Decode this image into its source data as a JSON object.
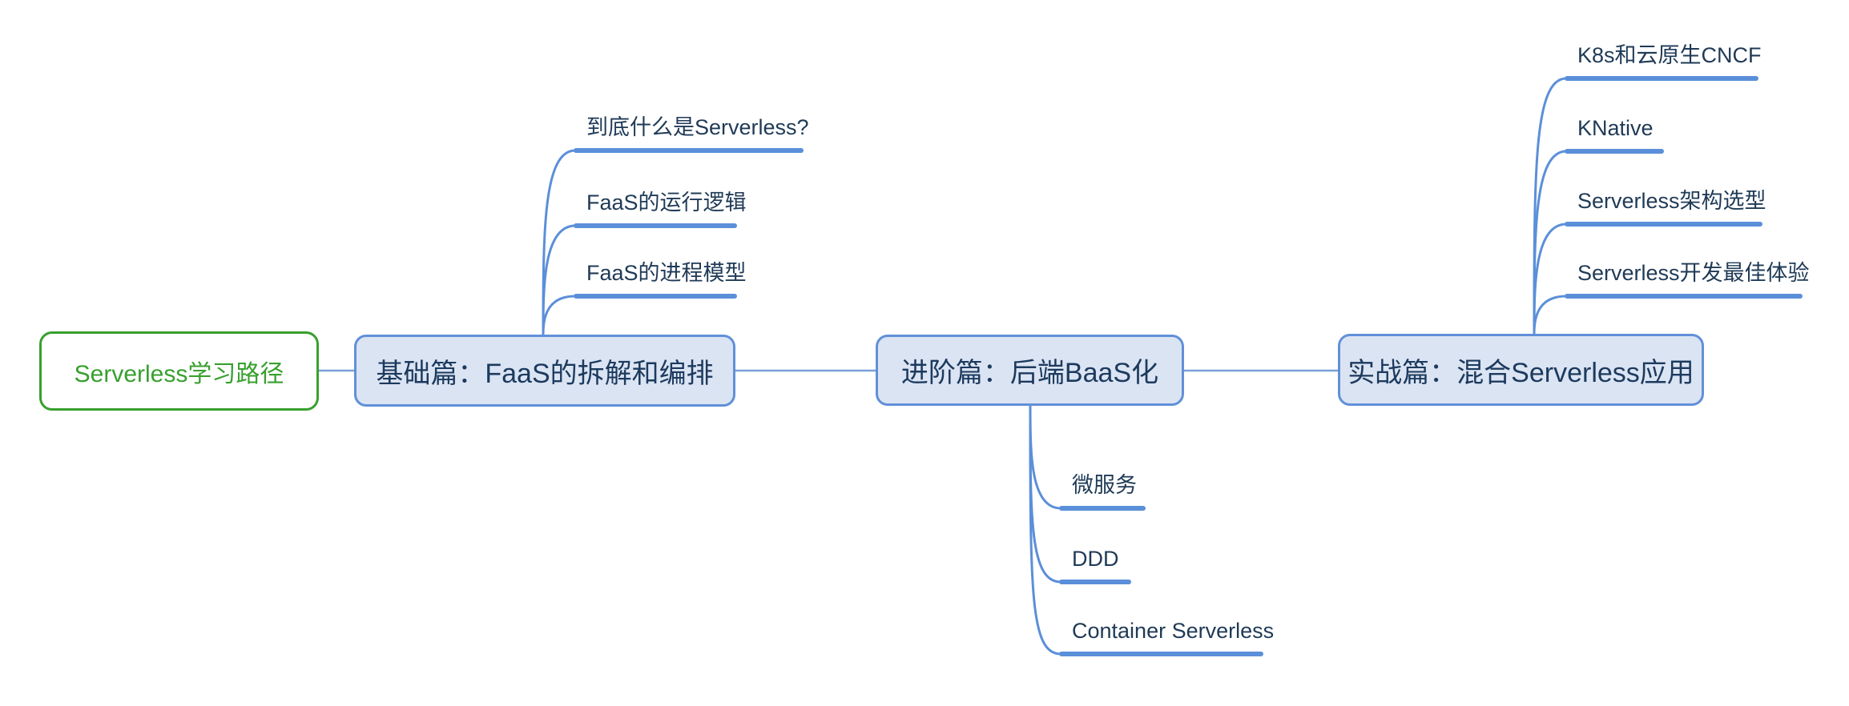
{
  "title": "Serverless学习路径",
  "colors": {
    "background": "#ffffff",
    "root_accent": "#38a02e",
    "branch_fill": "#dbe4f3",
    "branch_border": "#6190d8",
    "branch_text": "#1c3a5e",
    "connector": "#7aa0d8",
    "child_line": "#5b8fd9",
    "child_text": "#1f3a56"
  },
  "map": {
    "root": {
      "label": "Serverless学习路径"
    },
    "branches": [
      {
        "label": "基础篇：FaaS的拆解和编排",
        "children": [
          {
            "label": "到底什么是Serverless?"
          },
          {
            "label": "FaaS的运行逻辑"
          },
          {
            "label": "FaaS的进程模型"
          }
        ]
      },
      {
        "label": "进阶篇：后端BaaS化",
        "children": [
          {
            "label": "微服务"
          },
          {
            "label": "DDD"
          },
          {
            "label": "Container Serverless"
          }
        ]
      },
      {
        "label": "实战篇：混合Serverless应用",
        "children": [
          {
            "label": "K8s和云原生CNCF"
          },
          {
            "label": "KNative"
          },
          {
            "label": "Serverless架构选型"
          },
          {
            "label": "Serverless开发最佳体验"
          }
        ]
      }
    ]
  }
}
